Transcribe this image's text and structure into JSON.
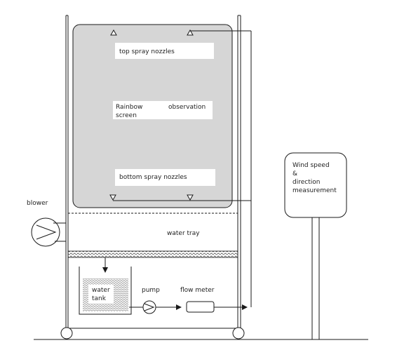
{
  "labels": {
    "top_nozzles": "top spray nozzles",
    "rainbow_line1_left": "Rainbow",
    "rainbow_line1_right": "observation",
    "rainbow_line2": "screen",
    "bottom_nozzles": "bottom spray nozzles",
    "blower": "blower",
    "water_tray": "water tray",
    "water_tank_line1": "water",
    "water_tank_line2": "tank",
    "pump": "pump",
    "flow_meter": "flow meter",
    "wind_line1": "Wind speed",
    "wind_line2": "&",
    "wind_line3": "direction",
    "wind_line4": "measurement"
  },
  "colors": {
    "screen_fill": "#d6d6d6",
    "line": "#1a1a1a",
    "label_bg": "#ffffff"
  }
}
